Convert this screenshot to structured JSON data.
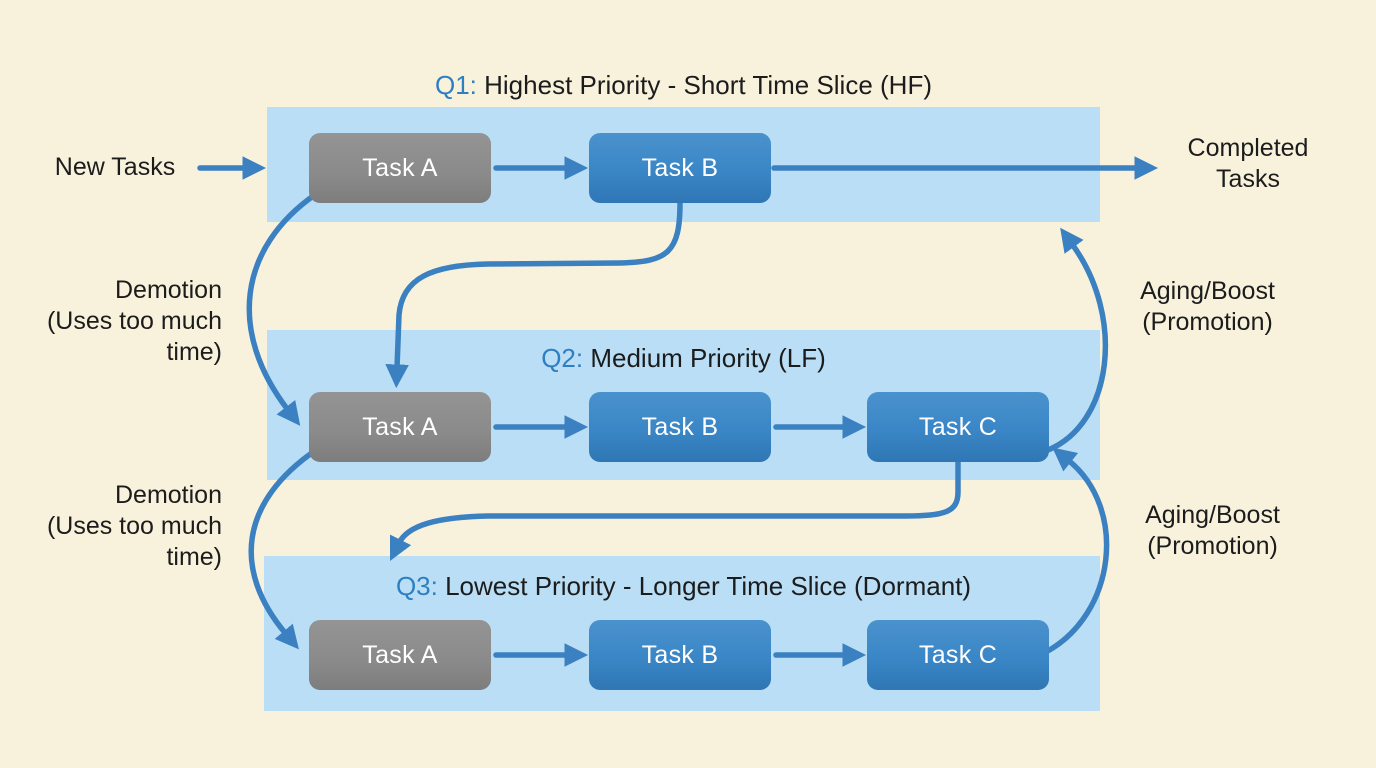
{
  "diagram": {
    "type": "multilevel-feedback-queue-scheduling",
    "colors": {
      "background": "#f8f2dd",
      "queue_band": "#b9def5",
      "task_active": "#3a86c6",
      "task_inactive": "#8a8a8a",
      "arrow": "#3b80c0",
      "queue_id_label": "#2e7fc2",
      "text": "#1c1c1c"
    },
    "queues": [
      {
        "id": "Q1",
        "label_prefix": "Q1:",
        "label_text": " Highest Priority - Short Time Slice (HF)",
        "tasks": [
          {
            "label": "Task A",
            "state": "gray"
          },
          {
            "label": "Task B",
            "state": "blue"
          }
        ]
      },
      {
        "id": "Q2",
        "label_prefix": "Q2:",
        "label_text": " Medium Priority (LF)",
        "tasks": [
          {
            "label": "Task A",
            "state": "gray"
          },
          {
            "label": "Task B",
            "state": "blue"
          },
          {
            "label": "Task C",
            "state": "blue"
          }
        ]
      },
      {
        "id": "Q3",
        "label_prefix": "Q3:",
        "label_text": " Lowest Priority - Longer Time Slice (Dormant)",
        "tasks": [
          {
            "label": "Task A",
            "state": "gray"
          },
          {
            "label": "Task B",
            "state": "blue"
          },
          {
            "label": "Task C",
            "state": "blue"
          }
        ]
      }
    ],
    "external_labels": {
      "new_tasks": "New Tasks",
      "completed_tasks": {
        "lines": [
          "Completed",
          "Tasks"
        ]
      },
      "demotion_top": {
        "lines": [
          "Demotion",
          "(Uses too much",
          "time)"
        ]
      },
      "demotion_bottom": {
        "lines": [
          "Demotion",
          "(Uses too much",
          "time)"
        ]
      },
      "aging_top": {
        "lines": [
          "Aging/Boost",
          "(Promotion)"
        ]
      },
      "aging_bottom": {
        "lines": [
          "Aging/Boost",
          "(Promotion)"
        ]
      }
    },
    "flows": [
      {
        "name": "new-tasks-in",
        "from": "New Tasks",
        "to": "Q1 Task A"
      },
      {
        "name": "q1-task-a-to-task-b",
        "from": "Q1 Task A",
        "to": "Q1 Task B"
      },
      {
        "name": "q1-to-completed",
        "from": "Q1 Task B",
        "to": "Completed Tasks"
      },
      {
        "name": "demotion-q1-a-to-q2-a",
        "from": "Q1 Task A",
        "to": "Q2 Task A"
      },
      {
        "name": "demotion-q1-b-to-q2-a",
        "from": "Q1 Task B",
        "to": "Q2 Task A"
      },
      {
        "name": "q2-task-a-to-task-b",
        "from": "Q2 Task A",
        "to": "Q2 Task B"
      },
      {
        "name": "q2-task-b-to-task-c",
        "from": "Q2 Task B",
        "to": "Q2 Task C"
      },
      {
        "name": "demotion-q2-a-to-q3-a",
        "from": "Q2 Task A",
        "to": "Q3 Task A"
      },
      {
        "name": "demotion-q2-c-to-q3",
        "from": "Q2 Task C",
        "to": "Q3"
      },
      {
        "name": "q3-task-a-to-task-b",
        "from": "Q3 Task A",
        "to": "Q3 Task B"
      },
      {
        "name": "q3-task-b-to-task-c",
        "from": "Q3 Task B",
        "to": "Q3 Task C"
      },
      {
        "name": "aging-q2-c-to-q1",
        "from": "Q2 Task C",
        "to": "Q1"
      },
      {
        "name": "aging-q3-c-to-q2-c",
        "from": "Q3 Task C",
        "to": "Q2 Task C"
      }
    ]
  }
}
